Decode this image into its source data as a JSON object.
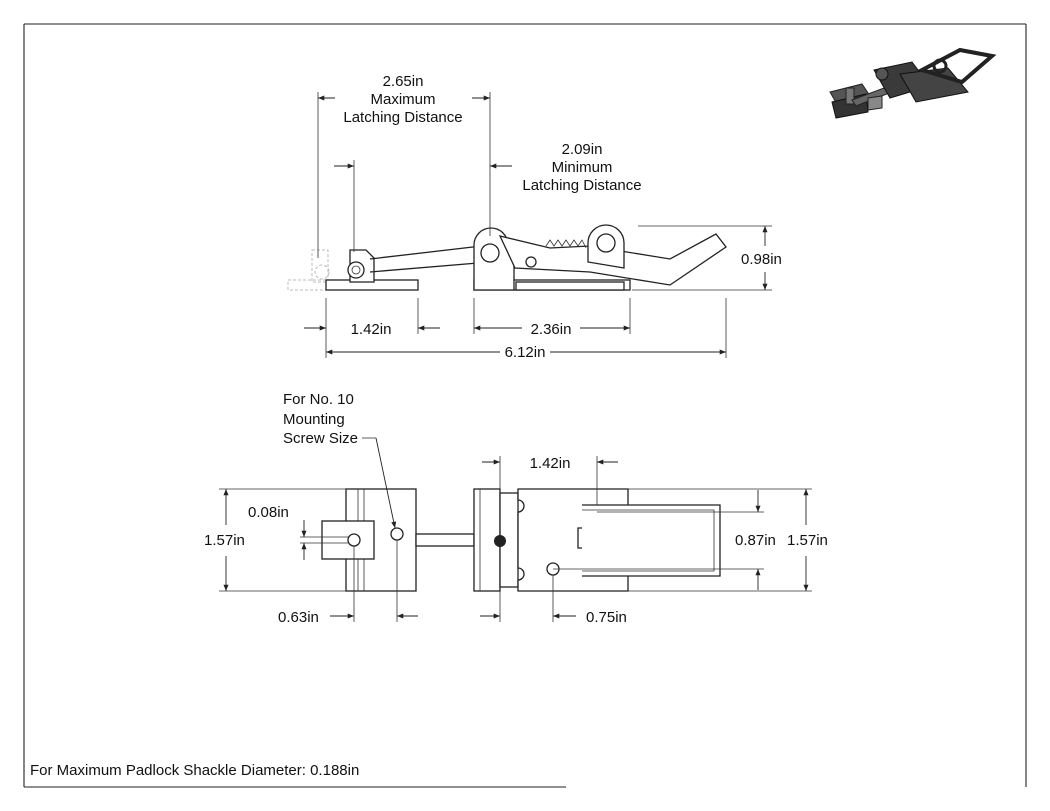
{
  "drawing": {
    "side_view": {
      "max_latch": {
        "value": "2.65in",
        "line1": "Maximum",
        "line2": "Latching Distance"
      },
      "min_latch": {
        "value": "2.09in",
        "line1": "Minimum",
        "line2": "Latching Distance"
      },
      "height": "0.98in",
      "keeper_length": "1.42in",
      "base_length": "2.36in",
      "overall_length": "6.12in"
    },
    "top_view": {
      "screw_note": {
        "line1": "For No. 10",
        "line2": "Mounting",
        "line3": "Screw Size"
      },
      "keeper_hole_offset": "0.08in",
      "keeper_width": "1.57in",
      "keeper_hole_spacing": "0.63in",
      "base_hole_spacing": "1.42in",
      "base_hole_offset": "0.75in",
      "handle_width": "0.87in",
      "base_width": "1.57in"
    },
    "footer_note": "For Maximum Padlock Shackle Diameter: 0.188in"
  }
}
